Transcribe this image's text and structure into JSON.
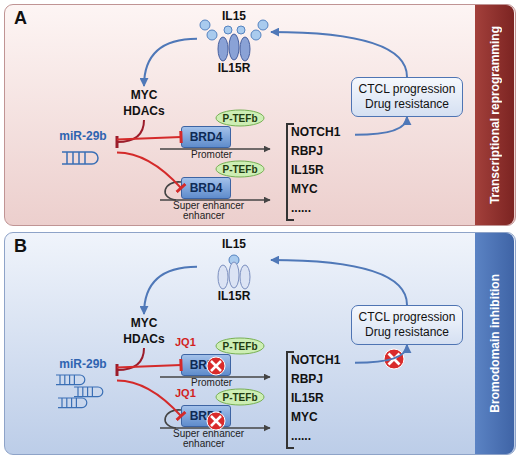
{
  "diagram": {
    "nodes": [
      {
        "text": [
          "A"
        ]
      },
      {
        "text": [
          "Transcriptional reprogramming"
        ],
        "in": 0
      },
      {
        "text": [
          "IL15",
          "IL15R"
        ],
        "in": 0
      },
      {
        "text": [
          "MYC",
          "HDACs"
        ],
        "in": 0
      },
      {
        "text": [
          "miR-29b"
        ],
        "in": 0
      },
      {
        "text": [
          "BRD4"
        ],
        "in": 0
      },
      {
        "text": [
          "P-TEFb"
        ],
        "in": 0
      },
      {
        "text": [
          "BRD4"
        ],
        "in": 0
      },
      {
        "text": [
          "P-TEFb"
        ],
        "in": 0
      },
      {
        "text": [
          "NOTCH1",
          "RBPJ",
          "IL15R",
          "MYC",
          "......"
        ],
        "in": 0
      },
      {
        "text": [
          "CTCL progression Drug resistance"
        ],
        "in": 0
      },
      {
        "text": [
          "B"
        ]
      },
      {
        "text": [
          "Bromodomain inhibition"
        ],
        "in": 11
      },
      {
        "text": [
          "IL15",
          "IL15R"
        ],
        "in": 11
      },
      {
        "text": [
          "MYC",
          "HDACs"
        ],
        "in": 11
      },
      {
        "text": [
          "miR-29b"
        ],
        "in": 11
      },
      {
        "text": [
          "BRD4"
        ],
        "in": 11
      },
      {
        "text": [
          "P-TEFb"
        ],
        "in": 11
      },
      {
        "text": [
          "BRD4"
        ],
        "in": 11
      },
      {
        "text": [
          "P-TEFb"
        ],
        "in": 11
      },
      {
        "text": [
          "NOTCH1",
          "RBPJ",
          "IL15R",
          "MYC",
          "......"
        ],
        "in": 11
      },
      {
        "text": [
          "CTCL progression Drug resistance"
        ],
        "in": 11
      }
    ],
    "edges": [
      {
        "from": 2,
        "to": 3,
        "arrow": "to"
      },
      {
        "from": 3,
        "to": 4,
        "arrow": "to"
      },
      {
        "from": 4,
        "to": 5,
        "arrow": "to"
      },
      {
        "from": 4,
        "to": 7,
        "arrow": "to"
      },
      {
        "from": 9,
        "to": 10,
        "arrow": "to"
      },
      {
        "from": 10,
        "to": 2,
        "arrow": "to"
      },
      {
        "from": 13,
        "to": 14,
        "arrow": "to"
      },
      {
        "from": 14,
        "to": 15,
        "arrow": "to"
      },
      {
        "from": 15,
        "to": 16,
        "arrow": "to"
      },
      {
        "from": 15,
        "to": 18,
        "arrow": "to"
      },
      {
        "from": 20,
        "to": 21,
        "arrow": "to"
      },
      {
        "from": 21,
        "to": 13,
        "arrow": "to"
      }
    ],
    "labels": [
      "Promoter",
      "Super enhancer",
      "enhancer",
      "JQ1",
      "Promoter",
      "JQ1",
      "Super enhancer",
      "enhancer"
    ]
  }
}
